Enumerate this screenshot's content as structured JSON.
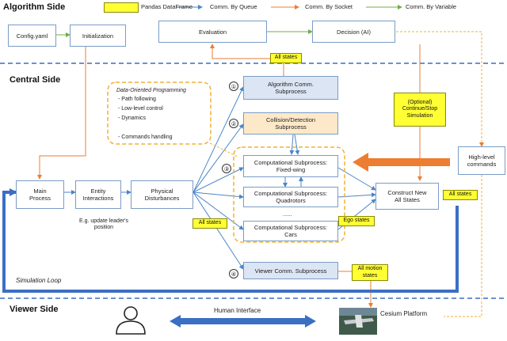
{
  "sections": {
    "algorithm": "Algorithm Side",
    "central": "Central Side",
    "viewer": "Viewer Side"
  },
  "legend": {
    "dataframe": "Pandas DataFrame",
    "queue": "Comm. By Queue",
    "socket": "Comm. By Socket",
    "variable": "Comm. By Variable"
  },
  "algorithm": {
    "config": "Config.yaml",
    "init": "Initialization",
    "evaluation": "Evaluation",
    "decision": "Decision (AI)"
  },
  "central": {
    "dop_title": "Data-Oriented Programming",
    "dop_items": [
      "- Path following",
      "- Low-level control",
      "- Dynamics",
      "",
      "- Commands handling"
    ],
    "algo_comm": "Algorithm Comm. Subprocess",
    "collision": "Collision/Detection Subprocess",
    "comp_fixed": "Computational Subprocess: Fixed-wing",
    "comp_quad": "Computational Subprocess: Quadrotors",
    "dots": "......",
    "comp_cars": "Computational Subprocess: Cars",
    "viewer_comm": "Viewer Comm. Subprocess",
    "main_process": "Main Process",
    "entity": "Entity Interactions",
    "entity_note": "E.g. update leader's position",
    "physical": "Physical Disturbances",
    "construct": "Construct New All States",
    "optional": "(Optional) Continue/Stop Simulation",
    "high_level": "High-level commands",
    "sim_loop": "Simulation Loop",
    "circles": [
      "①",
      "②",
      "③",
      "④"
    ]
  },
  "tags": {
    "all_states_top": "All states",
    "all_states_left": "All states",
    "all_states_right": "All states",
    "ego_states": "Ego states",
    "all_motion": "All motion states"
  },
  "viewer": {
    "human_interface": "Human Interface",
    "cesium": "Cesium Platform"
  },
  "colors": {
    "queue": "#4a86c8",
    "socket": "#ed7d31",
    "variable": "#70ad47",
    "dataframe": "#ffff33",
    "box_border": "#7a9cc6",
    "loop": "#3a6fc4",
    "dash_divider": "#3a6fc4",
    "dashed_orange": "#f2b134"
  },
  "icons": {
    "person": "person-icon",
    "double_arrow": "double-arrow-icon",
    "cesium": "cesium-screenshot-icon"
  }
}
